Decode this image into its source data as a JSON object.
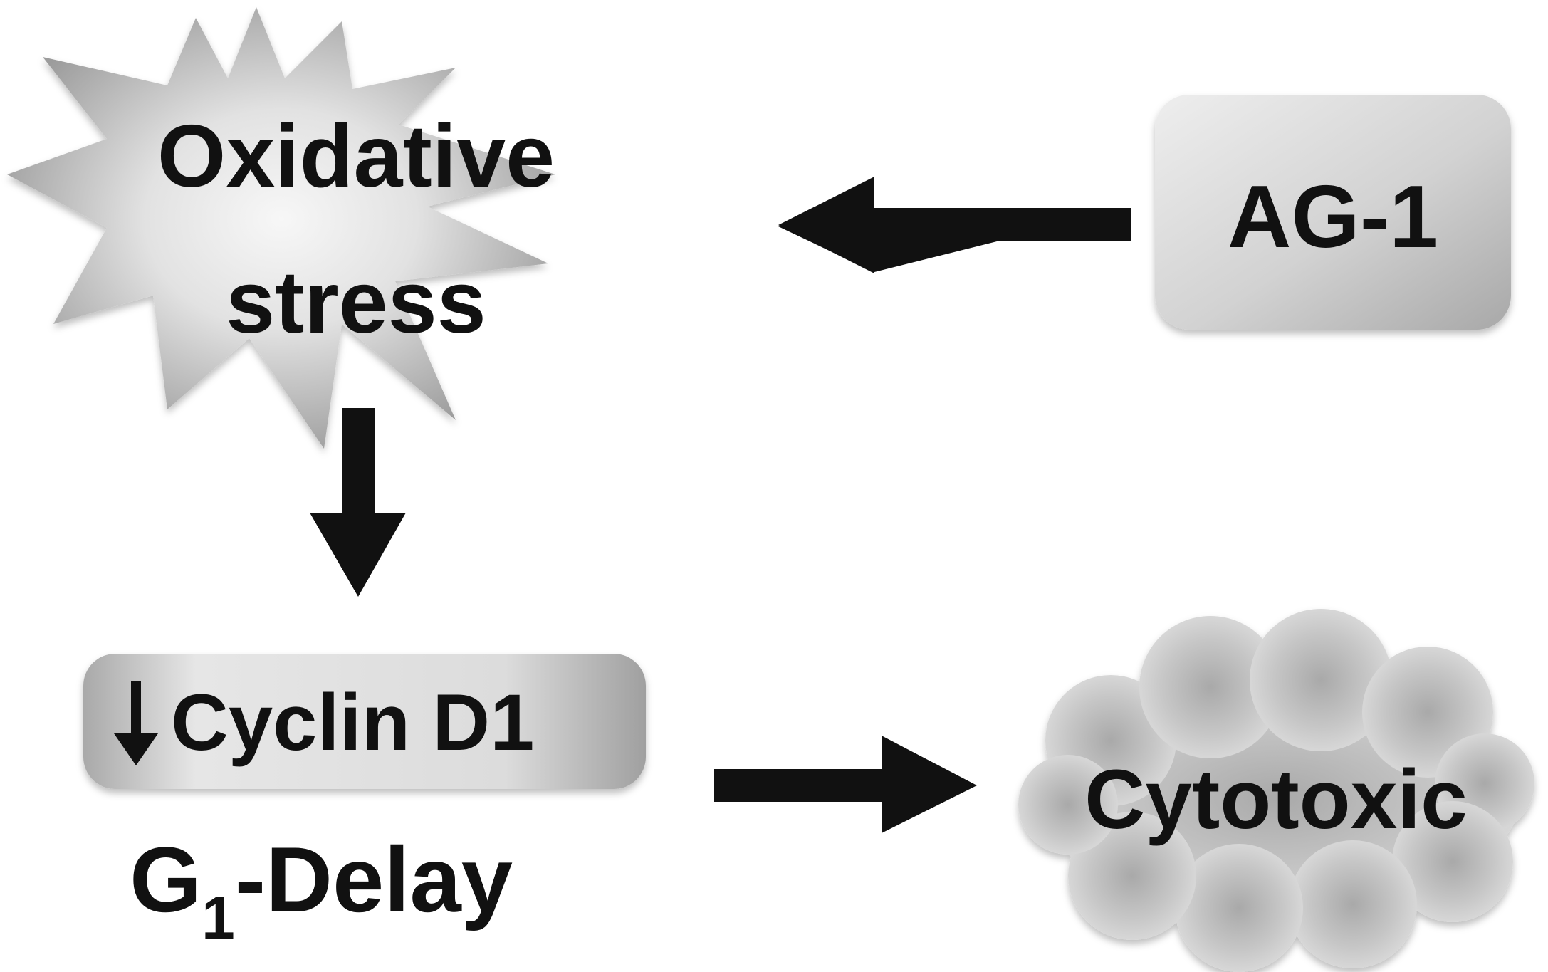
{
  "nodes": {
    "oxidative_stress": {
      "line1": "Oxidative",
      "line2": "stress"
    },
    "ag1": {
      "label": "AG-1"
    },
    "cyclin_d1": {
      "arrow_symbol": "↓",
      "label": "Cyclin D1"
    },
    "g1_delay": {
      "prefix": "G",
      "subscript": "1",
      "suffix": "-Delay"
    },
    "cytotoxic": {
      "label": "Cytotoxic"
    }
  },
  "colors": {
    "ink": "#111111",
    "shape_light": "#f2f2f2",
    "shape_mid": "#c8c8c8",
    "shape_dark": "#9a9a9a"
  }
}
